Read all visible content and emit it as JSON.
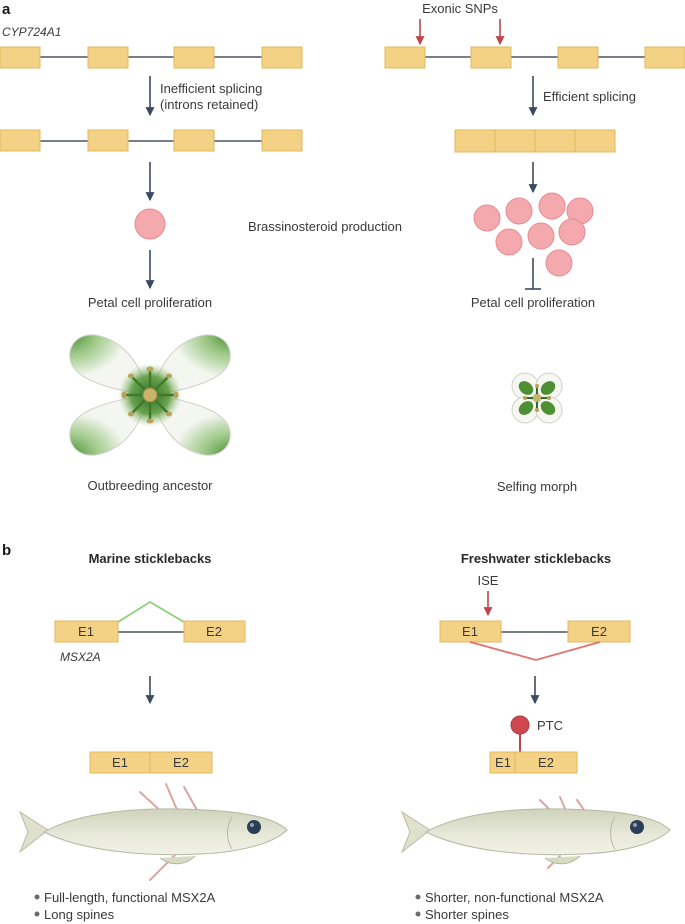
{
  "panel_a": {
    "label": "a",
    "gene": "CYP724A1",
    "left": {
      "splicing": [
        "Inefficient splicing",
        "(introns retained)"
      ],
      "proliferation": "Petal cell proliferation",
      "outcome": "Outbreeding ancestor"
    },
    "right": {
      "snps": "Exonic SNPs",
      "splicing": "Efficient splicing",
      "proliferation": "Petal cell proliferation",
      "outcome": "Selfing morph"
    },
    "center": "Brassinosteroid production"
  },
  "panel_b": {
    "label": "b",
    "left": {
      "title": "Marine sticklebacks",
      "gene": "MSX2A",
      "exon1": "E1",
      "exon2": "E2",
      "bullets": [
        "Full-length, functional MSX2A",
        "Long spines"
      ]
    },
    "right": {
      "title": "Freshwater sticklebacks",
      "ise": "ISE",
      "exon1": "E1",
      "exon2": "E2",
      "ptc": "PTC",
      "bullets": [
        "Shorter, non-functional MSX2A",
        "Shorter spines"
      ]
    }
  },
  "colors": {
    "exon": "#f3d185",
    "intron": "#4a5568",
    "arrow": "#3b4a63",
    "snp": "#c0444b",
    "brassinosteroid": "#f4a9ae",
    "included_splice": "#8ccf7a",
    "skipped_splice": "#e0736f"
  }
}
